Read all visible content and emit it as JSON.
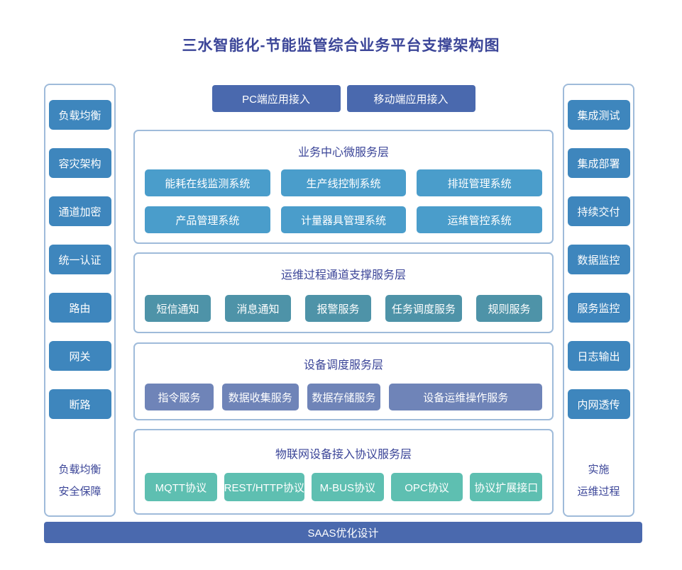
{
  "title": "三水智能化-节能监管综合业务平台支撑架构图",
  "colors": {
    "title_text": "#3B4598",
    "container_border": "#9FBBDA",
    "sidebar_box": "#3E86BD",
    "app_button": "#4A69AE",
    "business_box": "#4A9DCB",
    "channel_box": "#4E93A8",
    "device_box": "#6F84B8",
    "protocol_box": "#5EBFB1",
    "bottom_bar": "#4A69AE"
  },
  "left_sidebar": {
    "items": [
      "负载均衡",
      "容灾架构",
      "通道加密",
      "统一认证",
      "路由",
      "网关",
      "断路"
    ],
    "footer_lines": [
      "负载均衡",
      "安全保障"
    ]
  },
  "right_sidebar": {
    "items": [
      "集成测试",
      "集成部署",
      "持续交付",
      "数据监控",
      "服务监控",
      "日志输出",
      "内网透传"
    ],
    "footer_lines": [
      "实施",
      "运维过程"
    ]
  },
  "top_buttons": [
    "PC端应用接入",
    "移动端应用接入"
  ],
  "sections": [
    {
      "title": "业务中心微服务层",
      "rows": [
        [
          "能耗在线监测系统",
          "生产线控制系统",
          "排班管理系统"
        ],
        [
          "产品管理系统",
          "计量器具管理系统",
          "运维管控系统"
        ]
      ]
    },
    {
      "title": "运维过程通道支撑服务层",
      "rows": [
        [
          "短信通知",
          "消息通知",
          "报警服务",
          "任务调度服务",
          "规则服务"
        ]
      ]
    },
    {
      "title": "设备调度服务层",
      "rows": [
        [
          "指令服务",
          "数据收集服务",
          "数据存储服务",
          "设备运维操作服务"
        ]
      ]
    },
    {
      "title": "物联网设备接入协议服务层",
      "rows": [
        [
          "MQTT协议",
          "REST/HTTP协议",
          "M-BUS协议",
          "OPC协议",
          "协议扩展接口"
        ]
      ]
    }
  ],
  "bottom_bar": "SAAS优化设计"
}
